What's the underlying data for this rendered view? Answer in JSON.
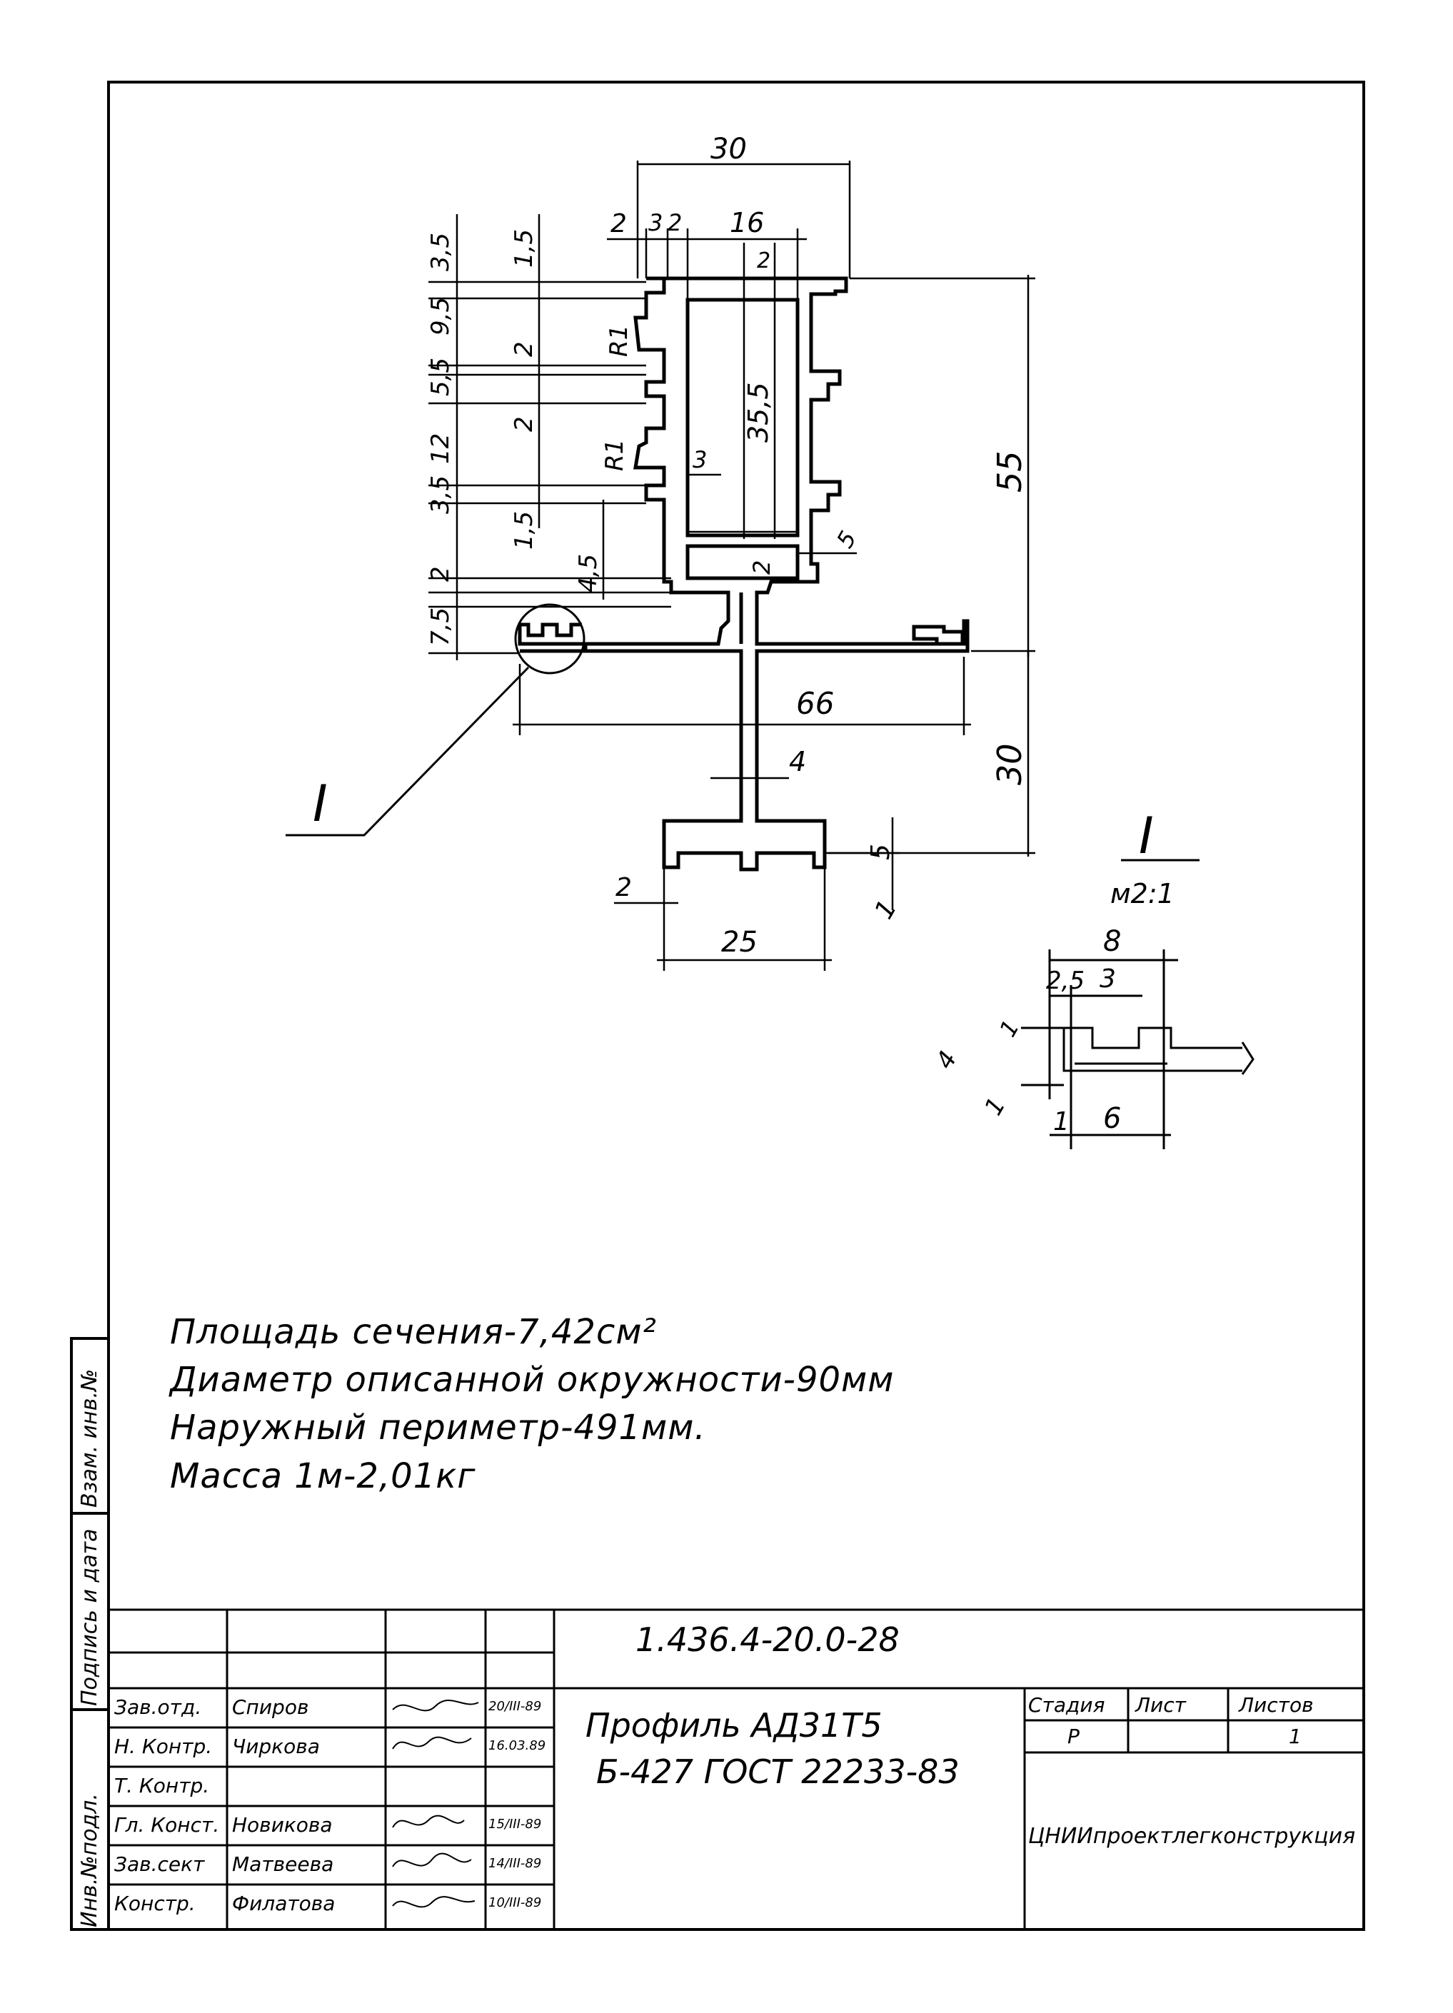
{
  "dimensions": {
    "top_width": "30",
    "d2_left": "2",
    "d3": "3",
    "d2_mid": "2",
    "d16": "16",
    "d2_top_right": "2",
    "v3_5_top": "3,5",
    "v1_5_top": "1,5",
    "v9_5": "9,5",
    "v2_a": "2",
    "v5_5": "5,5",
    "v2_b": "2",
    "v12": "12",
    "v3_5_b": "3,5",
    "v1_5_b": "1,5",
    "v4_5": "4,5",
    "v2_c": "2",
    "v7_5": "7,5",
    "r1_a": "R1",
    "r1_b": "R1",
    "h3_inner": "3",
    "v35_5": "35,5",
    "v2_inner": "2",
    "v5_right": "5",
    "v55": "55",
    "h66": "66",
    "h4": "4",
    "v30": "30",
    "v5_bottom": "5",
    "h2_bottom": "2",
    "v1_bottom": "1",
    "h25": "25"
  },
  "detail": {
    "marker_label": "I",
    "detail_label": "I",
    "scale": "м2:1",
    "d8": "8",
    "d2_5": "2,5",
    "d3": "3",
    "d1_top": "1",
    "d4": "4",
    "d1_left": "1",
    "d1_bottom": "1",
    "d6": "6"
  },
  "notes": [
    "Площадь сечения-7,42см²",
    "Диаметр описанной окружности-90мм",
    "Наружный периметр-491мм.",
    "Масса 1м-2,01кг"
  ],
  "side_stamp": {
    "field1": "Взам. инв.№",
    "field2": "Подпись и дата",
    "field3": "Инв.№подл."
  },
  "title_block": {
    "doc_code": "1.436.4-20.0-28",
    "title_line1": "Профиль АД31Т5",
    "title_line2": "Б-427 ГОСТ 22233-83",
    "stage_header": "Стадия",
    "sheet_header": "Лист",
    "sheets_header": "Листов",
    "stage_value": "Р",
    "sheets_value": "1",
    "organization": "ЦНИИпроектлегконструкция",
    "signatures": [
      {
        "role": "Зав.отд.",
        "name": "Спиров",
        "date": "20/III-89"
      },
      {
        "role": "Н. Контр.",
        "name": "Чиркова",
        "date": "16.03.89"
      },
      {
        "role": "Т. Контр.",
        "name": "",
        "date": ""
      },
      {
        "role": "Гл. Конст.",
        "name": "Новикова",
        "date": "15/III-89"
      },
      {
        "role": "Зав.сект",
        "name": "Матвеева",
        "date": "14/III-89"
      },
      {
        "role": "Констр.",
        "name": "Филатова",
        "date": "10/III-89"
      }
    ]
  }
}
